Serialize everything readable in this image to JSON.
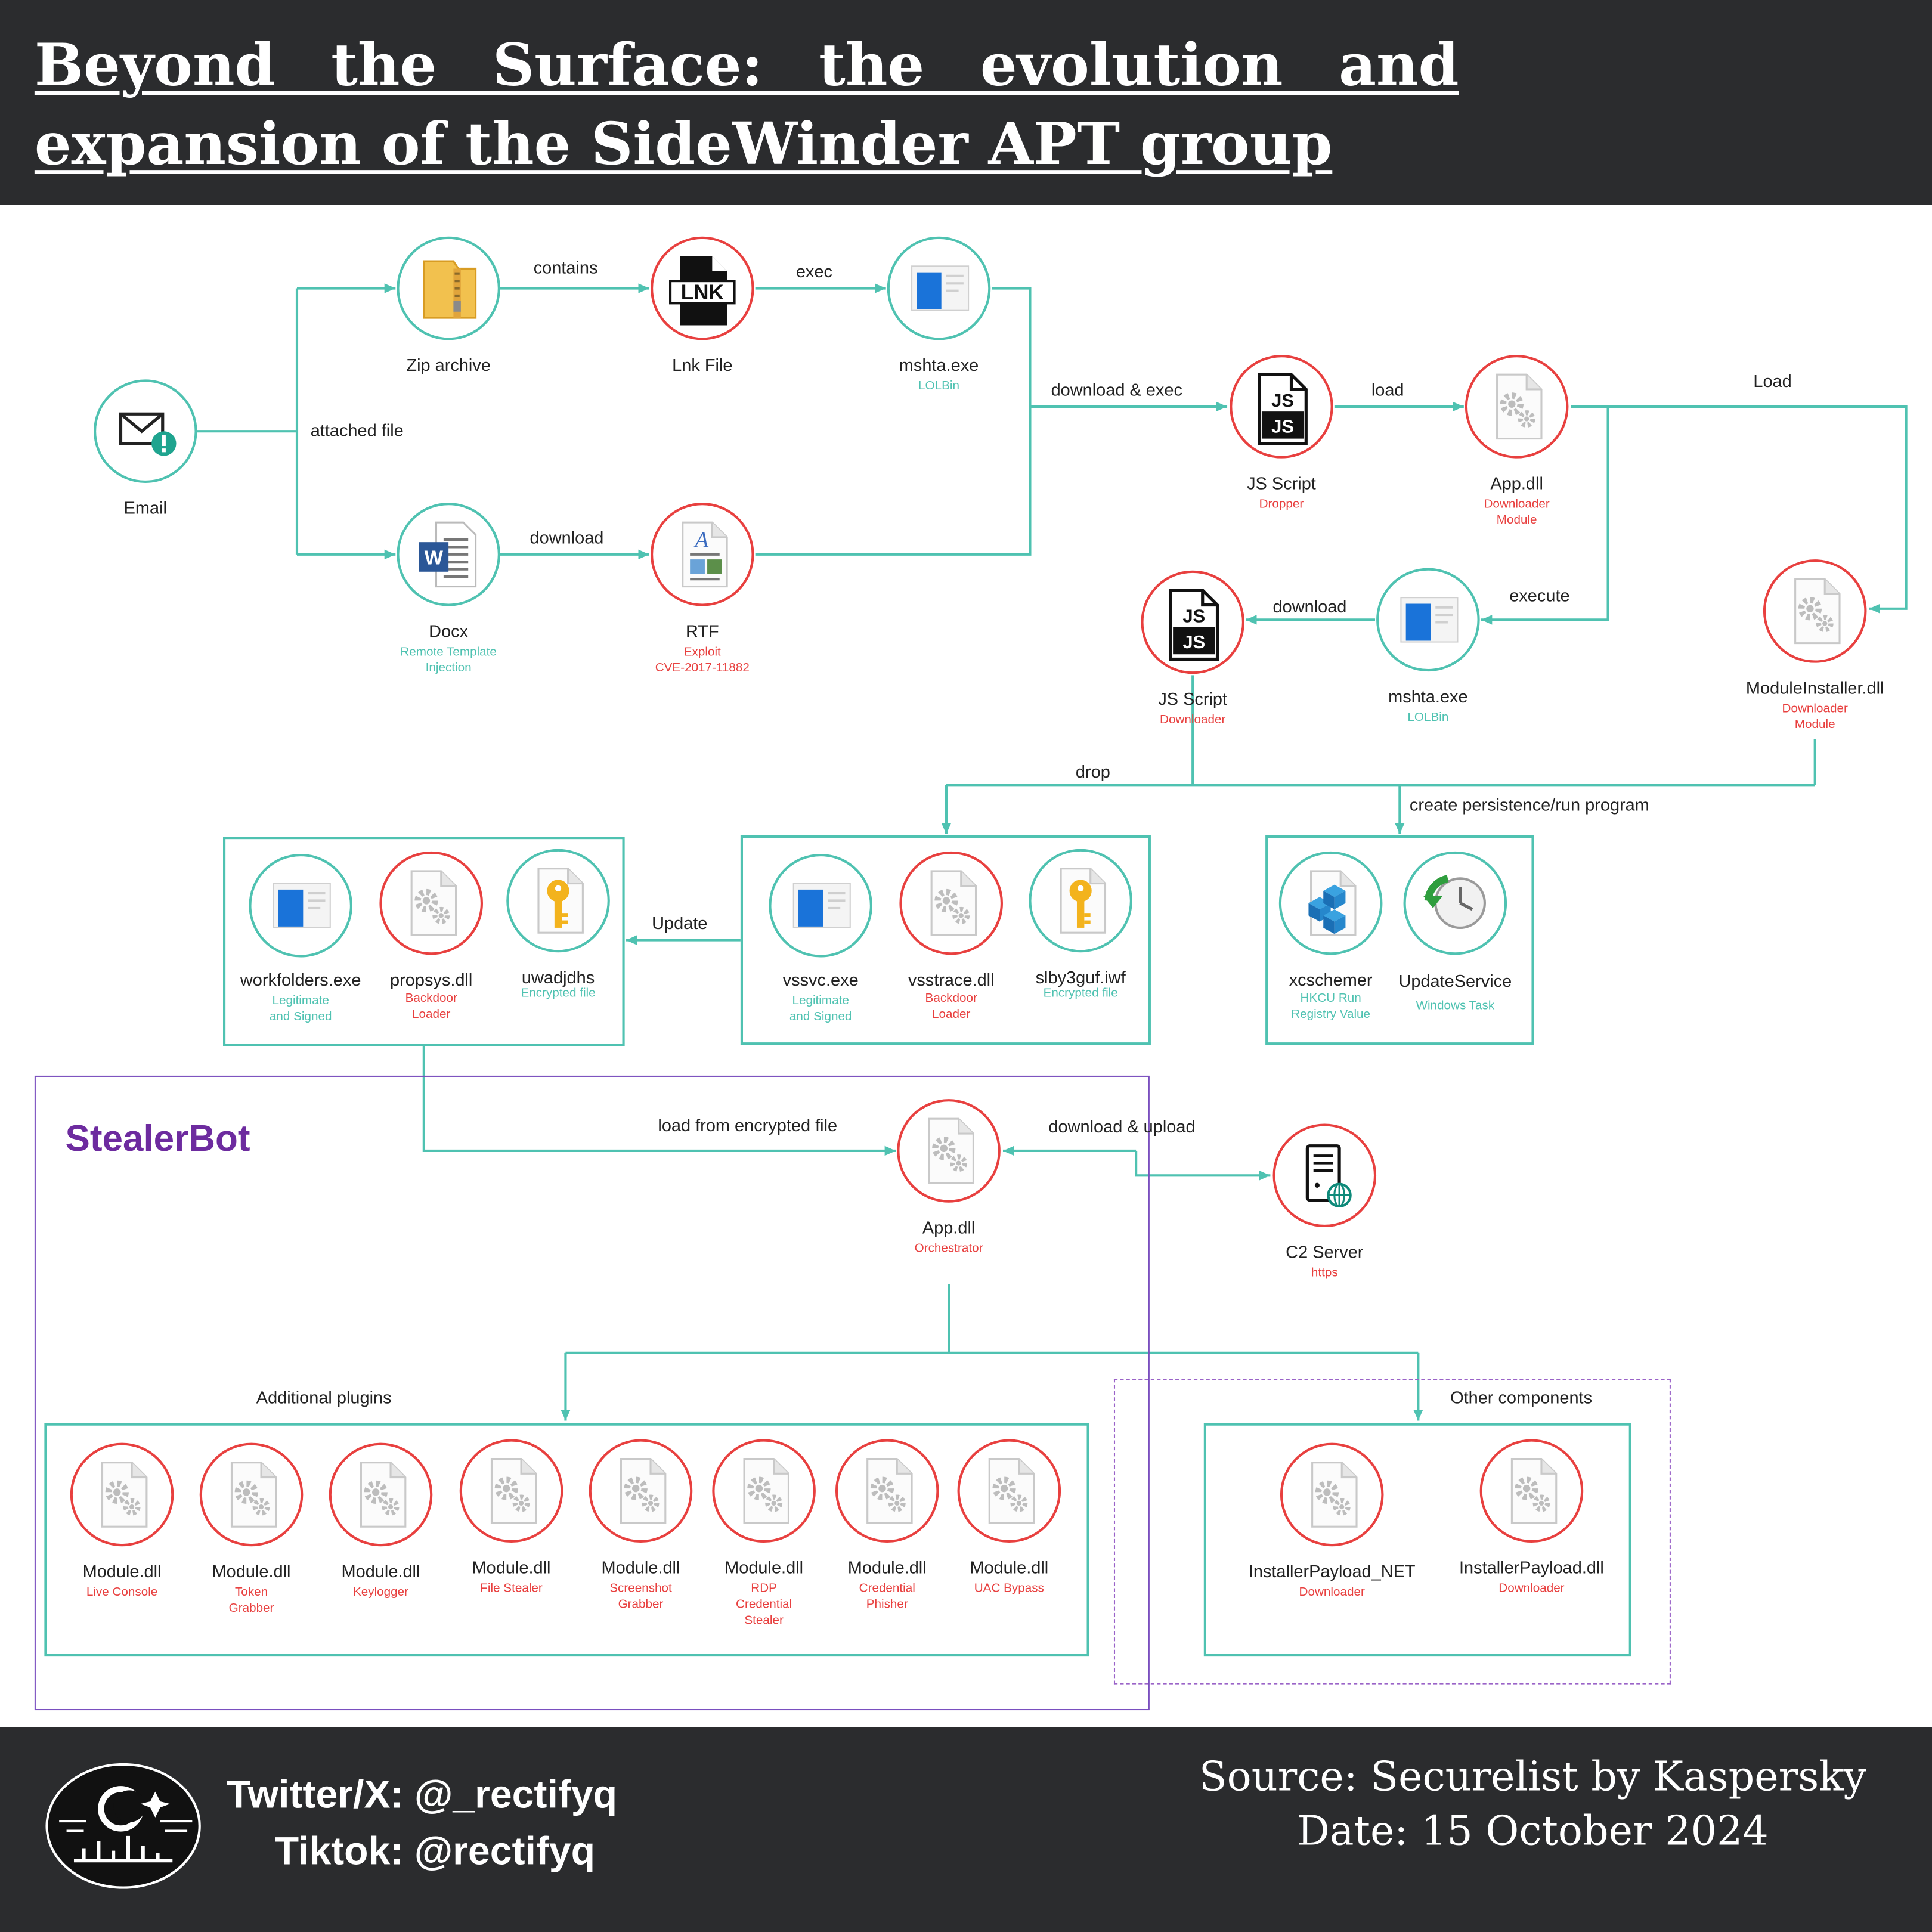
{
  "title": "Beyond the Surface: the evolution and expansion of the SideWinder APT group",
  "colors": {
    "teal": "#4fc2b1",
    "red": "#e8403f",
    "purple": "#6d2b9f",
    "background": "#2b2c2e"
  },
  "nodes": {
    "email": {
      "label": "Email",
      "icon": "envelope-alert-icon"
    },
    "zip": {
      "label": "Zip archive",
      "icon": "zip-folder-icon"
    },
    "lnk": {
      "label": "Lnk File",
      "icon": "lnk-file-icon",
      "badge": "LNK"
    },
    "mshta1": {
      "label": "mshta.exe",
      "sub": "LOLBin",
      "icon": "window-icon"
    },
    "docx": {
      "label": "Docx",
      "sub": "Remote Template\nInjection",
      "icon": "word-document-icon",
      "badge": "W"
    },
    "rtf": {
      "label": "RTF",
      "sub": "Exploit\nCVE-2017-11882",
      "icon": "rtf-document-icon"
    },
    "js1": {
      "label": "JS Script",
      "sub": "Dropper",
      "icon": "js-file-icon",
      "badge": "JS"
    },
    "app1": {
      "label": "App.dll",
      "sub": "Downloader\nModule",
      "icon": "gears-icon"
    },
    "js2": {
      "label": "JS Script",
      "sub": "Downloader",
      "icon": "js-file-icon",
      "badge": "JS"
    },
    "mshta2": {
      "label": "mshta.exe",
      "sub": "LOLBin",
      "icon": "window-icon"
    },
    "modinst": {
      "label": "ModuleInstaller.dll",
      "sub": "Downloader\nModule",
      "icon": "gears-icon"
    },
    "workfolders": {
      "label": "workfolders.exe",
      "sub": "Legitimate\nand Signed",
      "icon": "window-icon"
    },
    "propsys": {
      "label": "propsys.dll",
      "sub": "Backdoor\nLoader",
      "icon": "gears-icon"
    },
    "uwadjdhs": {
      "label": "uwadjdhs",
      "sub": "Encrypted file",
      "icon": "key-icon"
    },
    "vssvc": {
      "label": "vssvc.exe",
      "sub": "Legitimate\nand Signed",
      "icon": "window-icon"
    },
    "vsstrace": {
      "label": "vsstrace.dll",
      "sub": "Backdoor\nLoader",
      "icon": "gears-icon"
    },
    "slby": {
      "label": "slby3guf.iwf",
      "sub": "Encrypted file",
      "icon": "key-icon"
    },
    "xcschemer": {
      "label": "xcschemer",
      "sub": "HKCU Run\nRegistry Value",
      "icon": "registry-icon"
    },
    "updsvc": {
      "label": "UpdateService",
      "sub": "Windows Task",
      "icon": "clock-icon"
    },
    "app2": {
      "label": "App.dll",
      "sub": "Orchestrator",
      "icon": "gears-icon"
    },
    "c2": {
      "label": "C2 Server",
      "sub": "https",
      "icon": "server-icon"
    },
    "m1": {
      "label": "Module.dll",
      "sub": "Live Console",
      "icon": "gears-icon"
    },
    "m2": {
      "label": "Module.dll",
      "sub": "Token\nGrabber",
      "icon": "gears-icon"
    },
    "m3": {
      "label": "Module.dll",
      "sub": "Keylogger",
      "icon": "gears-icon"
    },
    "m4": {
      "label": "Module.dll",
      "sub": "File Stealer",
      "icon": "gears-icon"
    },
    "m5": {
      "label": "Module.dll",
      "sub": "Screenshot\nGrabber",
      "icon": "gears-icon"
    },
    "m6": {
      "label": "Module.dll",
      "sub": "RDP\nCredential\nStealer",
      "icon": "gears-icon"
    },
    "m7": {
      "label": "Module.dll",
      "sub": "Credential\nPhisher",
      "icon": "gears-icon"
    },
    "m8": {
      "label": "Module.dll",
      "sub": "UAC Bypass",
      "icon": "gears-icon"
    },
    "ipnet": {
      "label": "InstallerPayload_NET",
      "sub": "Downloader",
      "icon": "gears-icon"
    },
    "ipdll": {
      "label": "InstallerPayload.dll",
      "sub": "Downloader",
      "icon": "gears-icon"
    }
  },
  "edges": {
    "contains": "contains",
    "exec": "exec",
    "attached": "attached file",
    "download1": "download",
    "dlexec": "download & exec",
    "load1": "load",
    "load2": "Load",
    "execute": "execute",
    "download2": "download",
    "drop": "drop",
    "persist": "create persistence/run program",
    "update": "Update",
    "loadenc": "load from encrypted file",
    "dlup": "download & upload"
  },
  "groups": {
    "stealerbot": "StealerBot",
    "additional": "Additional plugins",
    "other": "Other components"
  },
  "footer": {
    "twitter": "Twitter/X: @_rectifyq",
    "tiktok": "Tiktok: @rectifyq",
    "source": "Source: Securelist by Kaspersky",
    "date": "Date: 15 October 2024"
  }
}
